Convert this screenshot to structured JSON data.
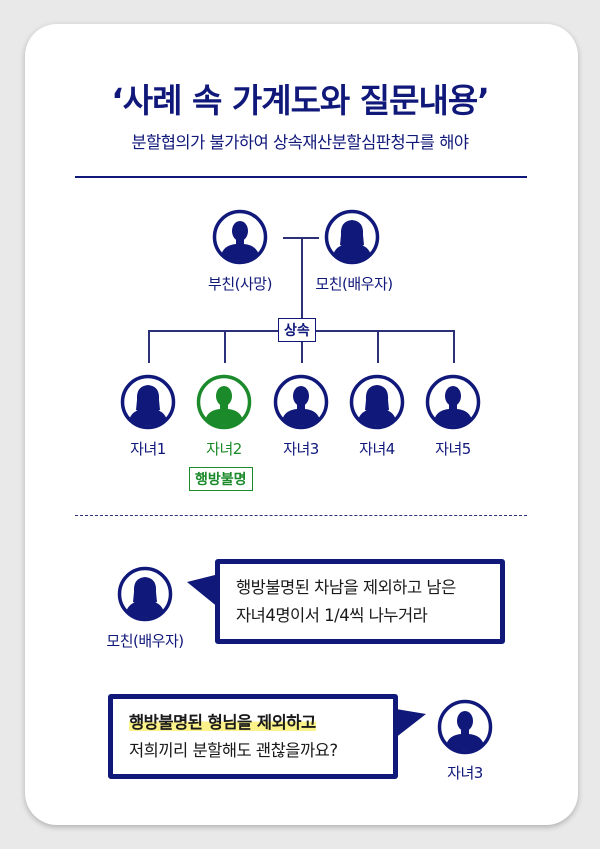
{
  "title": "‘사례 속 가계도와 질문내용’",
  "subtitle": "분할협의가 불가하여 상속재산분할심판청구를 해야",
  "colors": {
    "navy": "#10187a",
    "green": "#1b8a2a",
    "highlight": "#fbf28a"
  },
  "tree": {
    "father": {
      "label": "부친(사망)",
      "icon": "male-avatar-icon"
    },
    "mother": {
      "label": "모친(배우자)",
      "icon": "female-avatar-icon"
    },
    "inherit_label": "상속",
    "children": [
      {
        "label": "자녀1",
        "icon": "female-avatar-icon"
      },
      {
        "label": "자녀2",
        "icon": "male-avatar-icon",
        "status": "행방불명"
      },
      {
        "label": "자녀3",
        "icon": "male-avatar-icon"
      },
      {
        "label": "자녀4",
        "icon": "female-avatar-icon"
      },
      {
        "label": "자녀5",
        "icon": "male-avatar-icon"
      }
    ]
  },
  "dialog": {
    "mother": {
      "speaker": "모친(배우자)",
      "line1": "행방불명된 차남을 제외하고 남은",
      "line2": "자녀4명이서 1/4씩 나누거라"
    },
    "child3": {
      "speaker": "자녀3",
      "line1": "행방불명된 형님을 제외하고",
      "line2": "저희끼리 분할해도 괜찮을까요?"
    }
  }
}
